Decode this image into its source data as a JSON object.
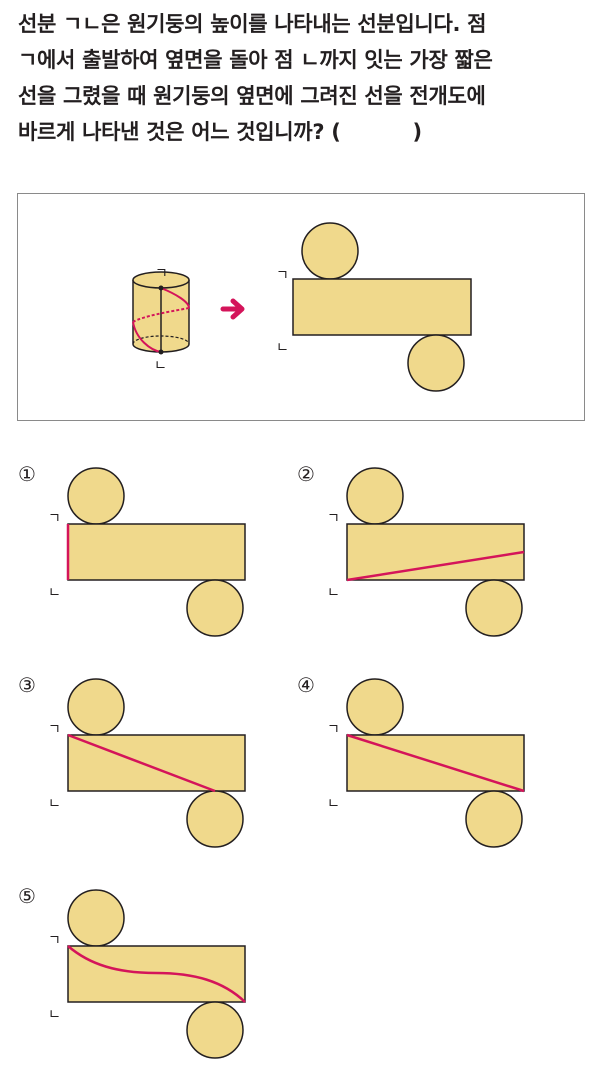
{
  "question": {
    "lines": [
      "선분 ㄱㄴ은 원기둥의 높이를 나타내는 선분입니다. 점",
      "ㄱ에서 출발하여 옆면을 돌아 점 ㄴ까지 잇는 가장 짧은",
      "선을 그렸을 때 원기둥의 옆면에 그려진 선을 전개도에",
      "바르게 나타낸 것은 어느 것입니까?"
    ],
    "paren_open": "(",
    "paren_close": ")"
  },
  "labels": {
    "top": "ㄱ",
    "bottom": "ㄴ"
  },
  "options": [
    {
      "number": "①",
      "line": "vertical"
    },
    {
      "number": "②",
      "line": "diagonal-to-right-middle"
    },
    {
      "number": "③",
      "line": "diagonal-to-bottom-middle"
    },
    {
      "number": "④",
      "line": "diagonal-to-bottom-right"
    },
    {
      "number": "⑤",
      "line": "s-curve"
    }
  ],
  "colors": {
    "fill": "#f0d98c",
    "stroke": "#231f20",
    "path": "#d4145a",
    "arrow": "#d4145a"
  }
}
